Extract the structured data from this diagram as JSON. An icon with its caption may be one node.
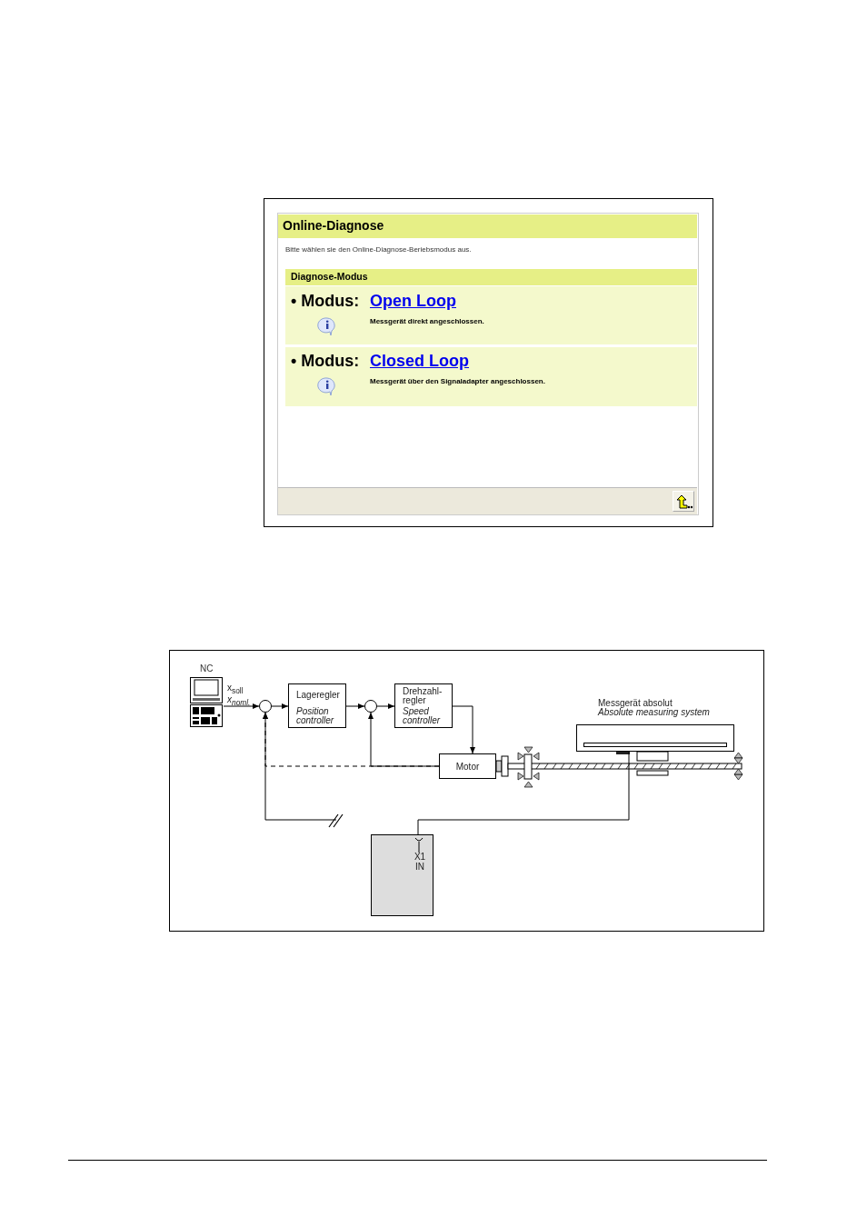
{
  "diagram": {
    "nodes": [
      {
        "text": [
          "NC"
        ]
      },
      {
        "text": [],
        "shape": "circle"
      },
      {
        "text": [
          "Lageregler",
          "Position controller"
        ]
      },
      {
        "text": [],
        "shape": "circle"
      },
      {
        "text": [
          "Drehzahl- regler",
          "Speed controller"
        ]
      },
      {
        "text": [
          "Motor"
        ]
      },
      {
        "text": [
          "Messgerät absolut",
          "Absolute measuring system"
        ]
      },
      {
        "text": [
          "X1 IN"
        ]
      }
    ],
    "edges": [
      {
        "from": 0,
        "to": 1,
        "arrow": "to",
        "label": "x$_{soll}$ *x$_{noml.}$*"
      },
      {
        "from": 1,
        "to": 2,
        "arrow": "to"
      },
      {
        "from": 2,
        "to": 3,
        "arrow": "to"
      },
      {
        "from": 3,
        "to": 4,
        "arrow": "to"
      },
      {
        "from": 4,
        "to": 5,
        "arrow": "to"
      },
      {
        "from": 5,
        "to": 3,
        "arrow": "to"
      },
      {
        "from": 5,
        "to": 1,
        "arrow": "to",
        "style": "dashed"
      },
      {
        "from": null,
        "to": 1,
        "arrow": "to"
      },
      {
        "from": 6,
        "to": 7,
        "arrow": "none"
      }
    ],
    "labels": [
      "Online-Diagnose",
      "Bitte wählen sie den Online-Diagnose-Beriebsmodus aus.",
      "Diagnose-Modus",
      "• Modus:",
      "Open Loop",
      "Messgerät direkt angeschlossen.",
      "• Modus:",
      "Closed Loop",
      "Messgerät über den Signaladapter angeschlossen."
    ]
  }
}
